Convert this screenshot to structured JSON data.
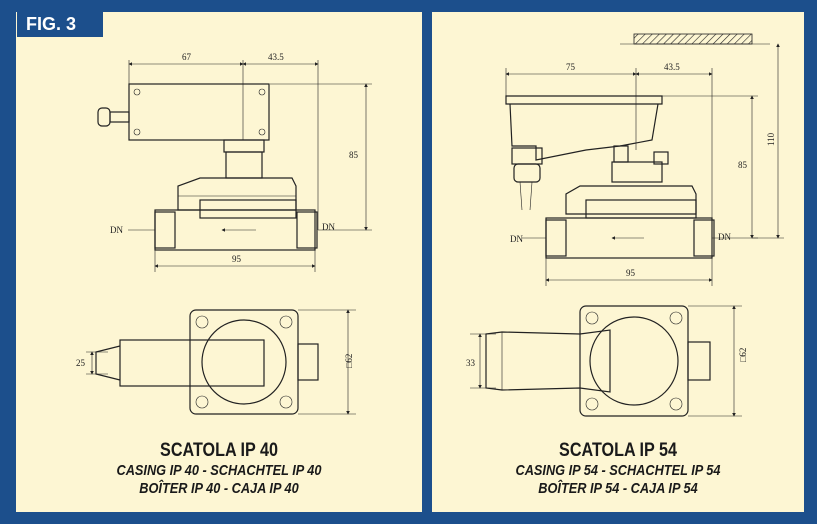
{
  "figure": {
    "label": "FIG. 3"
  },
  "left": {
    "dims": {
      "w1": "67",
      "w2": "43.5",
      "h": "85",
      "dn_left": "DN",
      "dn_right": "DN",
      "base": "95",
      "side": "25",
      "square": "□62"
    },
    "caption": {
      "title": "SCATOLA IP 40",
      "line1": "CASING IP 40 - SCHACHTEL IP 40",
      "line2": "BOÎTER IP 40 - CAJA IP 40"
    }
  },
  "right": {
    "dims": {
      "w1": "75",
      "w2": "43.5",
      "h1": "85",
      "h2": "110",
      "dn_left": "DN",
      "dn_right": "DN",
      "base": "95",
      "side": "33",
      "square": "□62"
    },
    "caption": {
      "title": "SCATOLA IP 54",
      "line1": "CASING IP 54 - SCHACHTEL IP 54",
      "line2": "BOÎTER IP 54 - CAJA IP 54"
    }
  },
  "colors": {
    "frame": "#1c4f8c",
    "panel": "#fdf6d3",
    "ink": "#222222"
  }
}
